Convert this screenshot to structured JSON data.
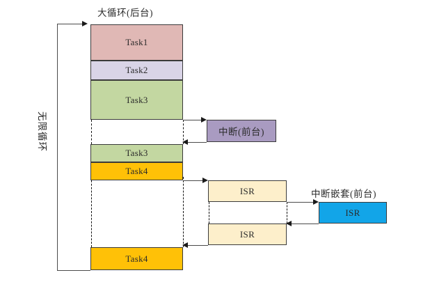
{
  "diagram": {
    "title_background": "大循环(后台)",
    "label_infinite_loop": "无限循环",
    "label_interrupt_foreground": "中断(前台)",
    "label_nested_interrupt_foreground": "中断嵌套(前台)",
    "caption": "",
    "colors": {
      "task1": "#e0b8b5",
      "task2": "#d9d4e7",
      "task3": "#c3d7a1",
      "task4": "#ffc107",
      "interrupt": "#a99bc1",
      "isr": "#fdefcb",
      "isr_nested": "#12a5e8",
      "stroke": "#3a3a3a",
      "line": "#4a4a4a"
    },
    "background_blocks": [
      {
        "name": "task1",
        "label": "Task1",
        "color_key": "task1"
      },
      {
        "name": "task2",
        "label": "Task2",
        "color_key": "task2"
      },
      {
        "name": "task3-first",
        "label": "Task3",
        "color_key": "task3"
      },
      {
        "name": "task3-resume",
        "label": "Task3",
        "color_key": "task3"
      },
      {
        "name": "task4-first",
        "label": "Task4",
        "color_key": "task4"
      },
      {
        "name": "task4-resume",
        "label": "Task4",
        "color_key": "task4"
      }
    ],
    "foreground_blocks": [
      {
        "name": "interrupt",
        "label": "中断(前台)",
        "color_key": "interrupt"
      },
      {
        "name": "isr-first",
        "label": "ISR",
        "color_key": "isr"
      },
      {
        "name": "isr-resume",
        "label": "ISR",
        "color_key": "isr"
      },
      {
        "name": "isr-nested",
        "label": "ISR",
        "color_key": "isr_nested"
      }
    ],
    "blocks": {
      "task1": "Task1",
      "task2": "Task2",
      "task3_first": "Task3",
      "task3_resume": "Task3",
      "task4_first": "Task4",
      "task4_resume": "Task4",
      "interrupt": "中断(前台)",
      "isr_first": "ISR",
      "isr_resume": "ISR",
      "isr_nested": "ISR"
    }
  }
}
